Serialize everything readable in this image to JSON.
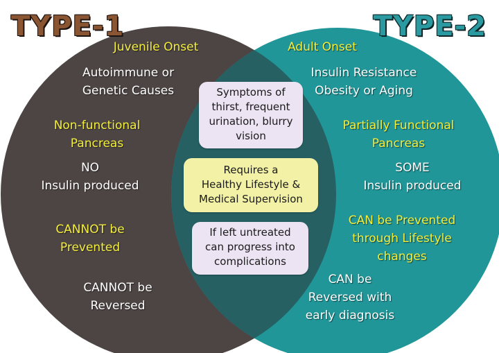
{
  "titles": {
    "left": "TYPE-1",
    "right": "TYPE-2"
  },
  "type1": {
    "onset": "Juvenile Onset",
    "causes": [
      "Autoimmune or",
      "Genetic Causes"
    ],
    "pancreas": [
      "Non-functional",
      "Pancreas"
    ],
    "insulin": [
      "NO",
      "Insulin produced"
    ],
    "prevention": [
      "CANNOT be",
      "Prevented"
    ],
    "reversal": [
      "CANNOT be",
      "Reversed"
    ]
  },
  "type2": {
    "onset": "Adult Onset",
    "causes": [
      "Insulin Resistance",
      "Obesity or Aging"
    ],
    "pancreas": [
      "Partially Functional",
      "Pancreas"
    ],
    "insulin": [
      "SOME",
      "Insulin produced"
    ],
    "prevention": [
      "CAN be Prevented",
      "through Lifestyle",
      "changes"
    ],
    "reversal": [
      "CAN be",
      "Reversed with",
      "early diagnosis"
    ]
  },
  "shared": {
    "symptoms": [
      "Symptoms of",
      "thirst, frequent",
      "urination, blurry",
      "vision"
    ],
    "lifestyle": [
      "Requires a",
      "Healthy Lifestyle &",
      "Medical Supervision"
    ],
    "complications": [
      "If left untreated",
      "can progress into",
      "complications"
    ]
  },
  "colors": {
    "type1_circle": "#4d4544",
    "type2_circle": "#209698",
    "overlap": "#266063",
    "accent_yellow": "#f3ee3c",
    "box_lilac": "#ece4f3",
    "box_yellow": "#f2f1a6"
  }
}
